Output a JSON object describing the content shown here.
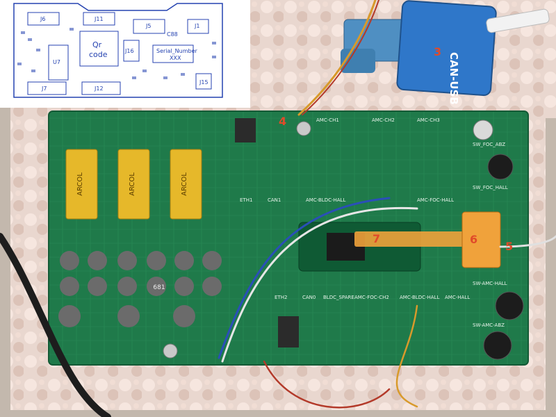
{
  "layout_inset": {
    "title_qr": "Qr",
    "title_code": "code",
    "labels": [
      "J6",
      "J11",
      "J5",
      "J1",
      "J16",
      "U7",
      "C88",
      "Serial_Number",
      "XXX",
      "J7",
      "J12",
      "J15"
    ]
  },
  "photo": {
    "callouts": [
      "3",
      "4",
      "5",
      "6",
      "7"
    ],
    "can_usb_label": "CAN-USB",
    "resistor_label": "ARCOL",
    "capacitor_label": "681",
    "board_silkscreen": [
      "AMC-CH1",
      "AMC-CH2",
      "AMC-CH3",
      "ETH1",
      "CAN1",
      "AMC-BLDC-HALL",
      "AMC-FOC-HALL",
      "SW_FOC_ABZ",
      "SW_FOC_HALL",
      "SW-AMC-HALL",
      "SW-AMC-ABZ",
      "ETH2",
      "CAN0",
      "BLDC_SPARE",
      "AMC-FOC-CH2",
      "AMC-BLDC-HALL",
      "AMC-HALL"
    ]
  }
}
